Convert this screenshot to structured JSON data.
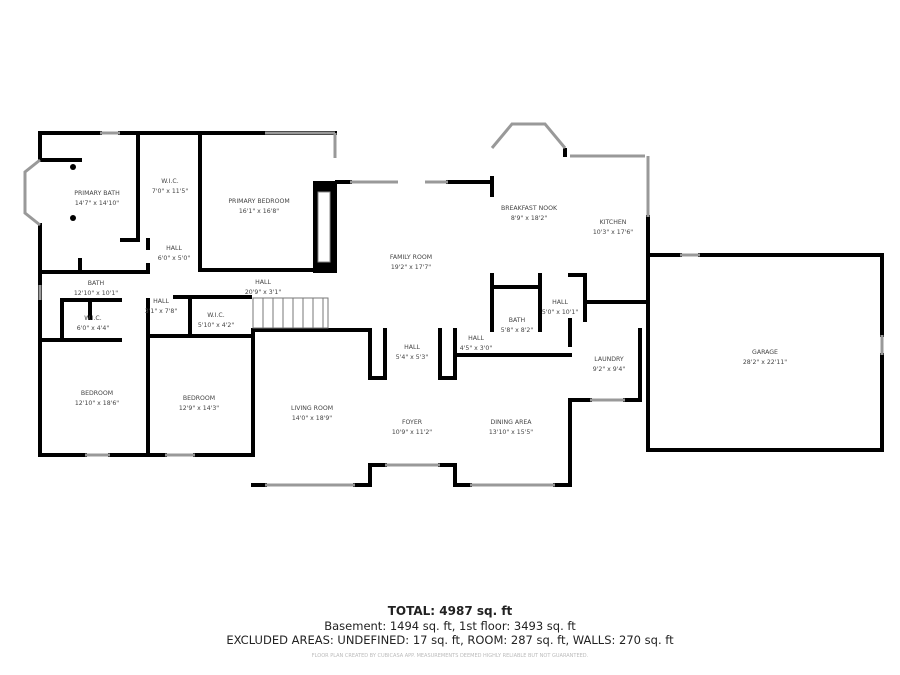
{
  "rooms": [
    {
      "name": "PRIMARY BATH",
      "dims": "14'7\" x 14'10\""
    },
    {
      "name": "W.I.C.",
      "dims": "7'0\" x 11'5\""
    },
    {
      "name": "PRIMARY BEDROOM",
      "dims": "16'1\" x 16'8\""
    },
    {
      "name": "HALL",
      "dims": "6'0\" x 5'0\""
    },
    {
      "name": "BATH",
      "dims": "12'10\" x 10'1\""
    },
    {
      "name": "HALL",
      "dims": "20'9\" x 3'1\""
    },
    {
      "name": "HALL",
      "dims": "3'1\" x 7'8\""
    },
    {
      "name": "W.I.C.",
      "dims": "6'0\" x 4'4\""
    },
    {
      "name": "W.I.C.",
      "dims": "5'10\" x 4'2\""
    },
    {
      "name": "BEDROOM",
      "dims": "12'10\" x 18'6\""
    },
    {
      "name": "BEDROOM",
      "dims": "12'9\" x 14'3\""
    },
    {
      "name": "LIVING ROOM",
      "dims": "14'0\" x 18'9\""
    },
    {
      "name": "FAMILY ROOM",
      "dims": "19'2\" x 17'7\""
    },
    {
      "name": "BREAKFAST NOOK",
      "dims": "8'9\" x 18'2\""
    },
    {
      "name": "KITCHEN",
      "dims": "10'3\" x 17'6\""
    },
    {
      "name": "HALL",
      "dims": "5'4\" x 5'3\""
    },
    {
      "name": "HALL",
      "dims": "4'5\" x 3'0\""
    },
    {
      "name": "BATH",
      "dims": "5'8\" x 8'2\""
    },
    {
      "name": "HALL",
      "dims": "5'0\" x 10'1\""
    },
    {
      "name": "FOYER",
      "dims": "10'9\" x 11'2\""
    },
    {
      "name": "DINING AREA",
      "dims": "13'10\" x 15'5\""
    },
    {
      "name": "LAUNDRY",
      "dims": "9'2\" x 9'4\""
    },
    {
      "name": "GARAGE",
      "dims": "28'2\" x 22'11\""
    }
  ],
  "summary": {
    "total": "TOTAL: 4987 sq. ft",
    "floors": "Basement: 1494 sq. ft, 1st floor: 3493 sq. ft",
    "excluded": "EXCLUDED AREAS: UNDEFINED: 17 sq. ft, ROOM: 287 sq. ft, WALLS: 270 sq. ft",
    "credit": "FLOOR PLAN CREATED BY CUBICASA APP. MEASUREMENTS DEEMED HIGHLY RELIABLE BUT NOT GUARANTEED."
  }
}
